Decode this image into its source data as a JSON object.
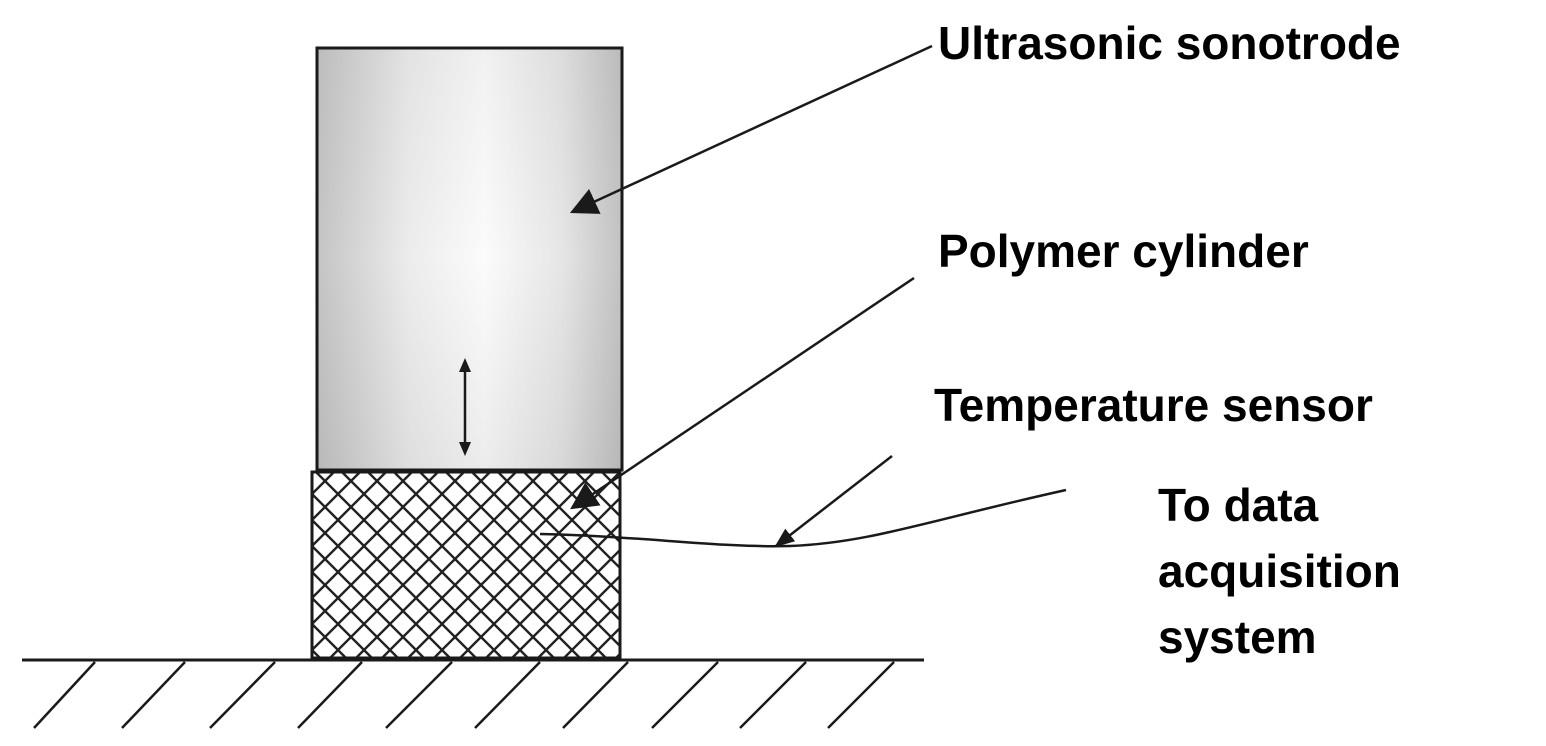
{
  "labels": {
    "sonotrode": "Ultrasonic sonotrode",
    "polymer_cylinder": "Polymer cylinder",
    "temperature_sensor": "Temperature sensor",
    "data_acquisition": [
      "To data",
      "acquisition",
      "system"
    ]
  },
  "colors": {
    "line": "#1a1a1a",
    "sonotrode_fill_edge": "#c8c8c8",
    "sonotrode_fill_center": "#fafafa",
    "hatch": "#222222"
  }
}
